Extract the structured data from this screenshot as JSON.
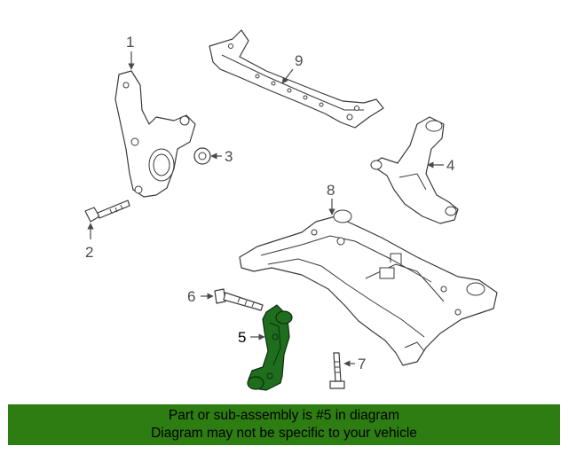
{
  "callouts": {
    "c1": "1",
    "c2": "2",
    "c3": "3",
    "c4": "4",
    "c5": "5",
    "c6": "6",
    "c7": "7",
    "c8": "8",
    "c9": "9"
  },
  "highlighted_part": "5",
  "banner": {
    "line1": "Part or sub-assembly is #5 in diagram",
    "line2": "Diagram may not be specific to your vehicle"
  },
  "colors": {
    "banner_bg": "#2e7d12",
    "highlight": "#1e6e1e"
  }
}
